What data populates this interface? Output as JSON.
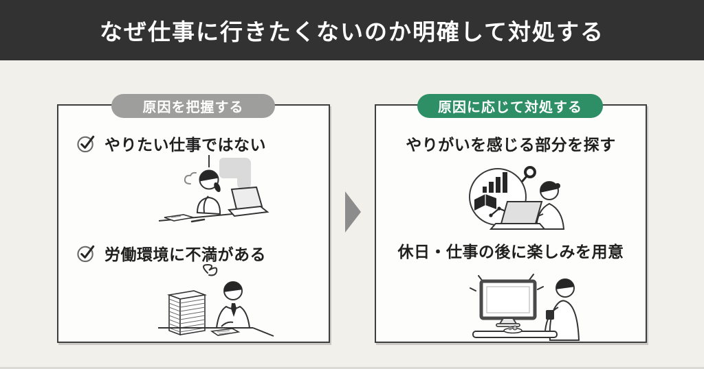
{
  "page": {
    "background": "#f2f0eb"
  },
  "header": {
    "title": "なぜ仕事に行きたくないのか明確して対処する",
    "background": "#323232",
    "text_color": "#ffffff"
  },
  "flow_arrow": {
    "direction": "right",
    "color": "#8c8c8c"
  },
  "cause_panel": {
    "label": "原因を把握する",
    "label_background": "#9e9e9c",
    "items": [
      {
        "icon": "check-circle",
        "text": "やりたい仕事ではない",
        "illustration": "woman-sighing-at-laptop"
      },
      {
        "icon": "check-circle",
        "text": "労働環境に不満がある",
        "illustration": "man-with-paper-stack"
      }
    ]
  },
  "solution_panel": {
    "label": "原因に応じて対処する",
    "label_background": "#2e8e66",
    "items": [
      {
        "text": "やりがいを感じる部分を探す",
        "illustration": "person-analyzing-charts-on-laptop"
      },
      {
        "text": "休日・仕事の後に楽しみを用意",
        "illustration": "person-relaxing-watching-tv"
      }
    ]
  }
}
